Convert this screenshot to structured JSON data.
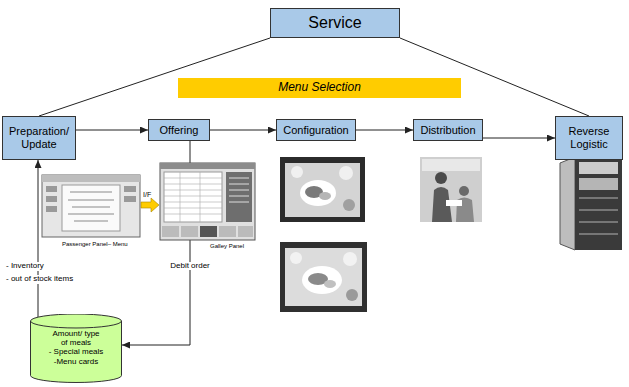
{
  "diagram": {
    "nodes": [
      {
        "text": [
          "Service"
        ]
      },
      {
        "text": [
          "Menu Selection"
        ]
      },
      {
        "text": [
          "Preparation/ Update"
        ]
      },
      {
        "text": [
          "Offering"
        ]
      },
      {
        "text": [
          "Configuration"
        ]
      },
      {
        "text": [
          "Distribution"
        ]
      },
      {
        "text": [
          "Reverse Logistic"
        ]
      },
      {
        "text": [
          "Amount/ type of meals",
          "- Special meals",
          "-Menu cards"
        ]
      }
    ],
    "edges": [
      {
        "from": 0,
        "to": 2,
        "arrow": "none"
      },
      {
        "from": 0,
        "to": 6,
        "arrow": "none"
      },
      {
        "from": 2,
        "to": 3,
        "arrow": "to"
      },
      {
        "from": 3,
        "to": 4,
        "arrow": "to"
      },
      {
        "from": 4,
        "to": 5,
        "arrow": "to"
      },
      {
        "from": 5,
        "to": 6,
        "arrow": "to"
      },
      {
        "from": 7,
        "to": 2,
        "arrow": "to"
      },
      {
        "from": 3,
        "to": 7,
        "arrow": "to",
        "label": "Debit order"
      }
    ],
    "labels": [
      "Passenger Panel– Menu",
      "I/F",
      "Galley Panel",
      "- Inventory",
      "- out of stock items"
    ]
  }
}
